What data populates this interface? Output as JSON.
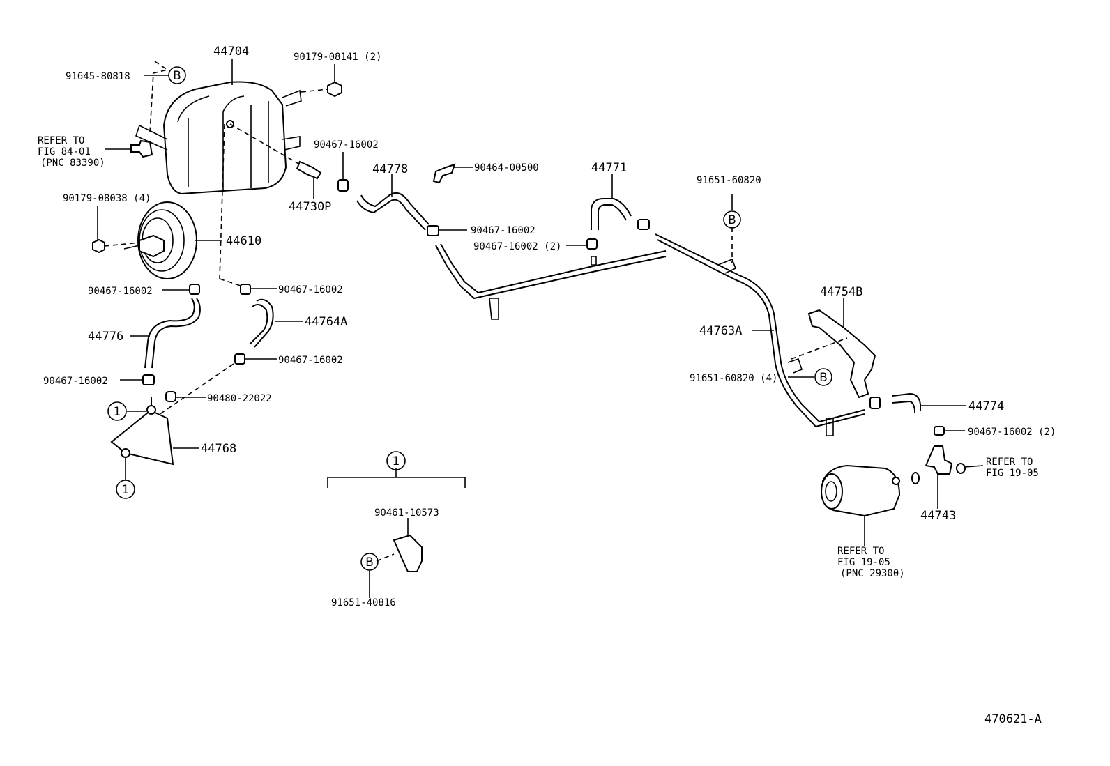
{
  "diagram_id": "470621-A",
  "symbols": {
    "b": "B",
    "one": "1"
  },
  "labels": {
    "p44704": "44704",
    "p90179_08141": "90179-08141 (2)",
    "p91645_80818": "91645-80818",
    "refer_84_l1": "REFER TO",
    "refer_84_l2": "FIG 84-01",
    "refer_84_l3": "(PNC 83390)",
    "p90467_top": "90467-16002",
    "p44778": "44778",
    "p90464": "90464-00500",
    "p44771": "44771",
    "p91651_60820_top": "91651-60820",
    "p44730p": "44730P",
    "p90179_08038": "90179-08038 (4)",
    "p44610": "44610",
    "p90467_mid": "90467-16002",
    "p90467_mid2": "90467-16002 (2)",
    "p90467_left1": "90467-16002",
    "p90467_center1": "90467-16002",
    "p44754b": "44754B",
    "p44764a": "44764A",
    "p44776": "44776",
    "p44763a": "44763A",
    "p90467_center2": "90467-16002",
    "p91651_60820_4": "91651-60820 (4)",
    "p90467_left2": "90467-16002",
    "p90480": "90480-22022",
    "p44774": "44774",
    "p90467_right": "90467-16002 (2)",
    "p44768": "44768",
    "refer_19_l1": "REFER TO",
    "refer_19_l2": "FIG 19-05",
    "p90461": "90461-10573",
    "p44743": "44743",
    "refer_19b_l1": "REFER TO",
    "refer_19b_l2": "FIG 19-05",
    "refer_19b_l3": "(PNC 29300)",
    "p91651_40816": "91651-40816"
  }
}
